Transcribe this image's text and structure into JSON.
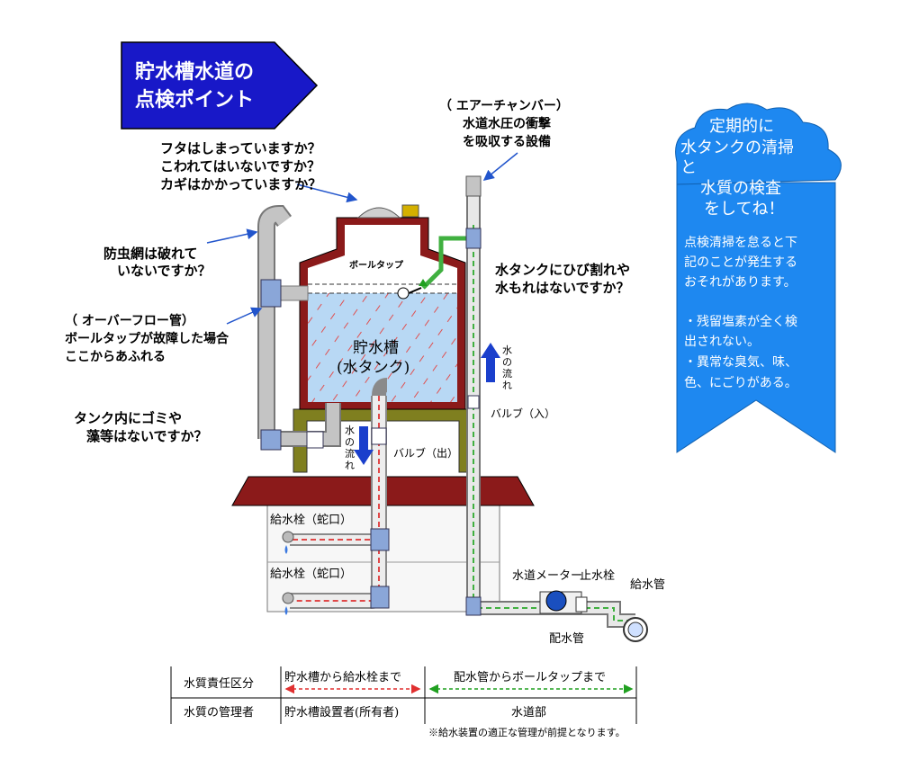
{
  "banner": {
    "line1": "貯水槽水道の",
    "line2": "点検ポイント"
  },
  "air_chamber": {
    "line1": "（ エアーチャンバー）",
    "line2": "水道水圧の衝撃",
    "line3": "を吸収する設備"
  },
  "lid_check": {
    "line1": "フタはしまっていますか？",
    "line2": "こわれてはいないですか？",
    "line3": "カギはかかっていますか？"
  },
  "insect_net": {
    "line1": "防虫網は破れて",
    "line2": "いないですか？"
  },
  "overflow": {
    "line1": "（ オーバーフロー管）",
    "line2": "ボールタップが故障した場合",
    "line3": "ここからあふれる"
  },
  "dirt_check": {
    "line1": "タンク内にゴミや",
    "line2": "藻等はないですか？"
  },
  "crack_check": {
    "line1": "水タンクにひび割れや",
    "line2": "水もれはないですか？"
  },
  "ball_tap": "ボールタップ",
  "tank_label": {
    "line1": "貯水槽",
    "line2": "(水タンク)"
  },
  "flow_label": {
    "c1": "水",
    "c2": "の",
    "c3": "流",
    "c4": "れ"
  },
  "valve_in": "バルブ（入）",
  "valve_out": "バルブ（出）",
  "faucet1": "給水栓（蛇口）",
  "faucet2": "給水栓（蛇口）",
  "meter": "水道メーター",
  "stop_valve": "止水栓",
  "supply_pipe": "給水管",
  "main_pipe": "配水管",
  "side_panel": {
    "title_l1": "定期的に",
    "title_l2": "水タンクの清掃",
    "title_l3": "と",
    "title_l4": "水質の検査",
    "title_l5": "をしてね！",
    "body_l1": "点検清掃を怠ると下",
    "body_l2": "記のことが発生する",
    "body_l3": "おそれがあります。",
    "body_l4": "・残留塩素が全く検",
    "body_l5": "出されない。",
    "body_l6": "・異常な臭気、味、",
    "body_l7": "色、にごりがある。"
  },
  "table": {
    "row1_header": "水質責任区分",
    "row1_left": "貯水槽から給水栓まで",
    "row1_right": "配水管からボールタップまで",
    "row2_header": "水質の管理者",
    "row2_left": "貯水槽設置者(所有者)",
    "row2_right": "水道部",
    "note": "※給水装置の適正な管理が前提となります。"
  },
  "colors": {
    "banner_blue": "#1818c8",
    "panel_blue": "#1e88f0",
    "tank_wall": "#8b1a1a",
    "water": "#b8d8f4",
    "stand": "#7f7f1f",
    "pipe_gray": "#b4b4b4",
    "pipe_red": "#e04848",
    "pipe_green": "#40b040",
    "pointer_blue": "#2255cc"
  }
}
